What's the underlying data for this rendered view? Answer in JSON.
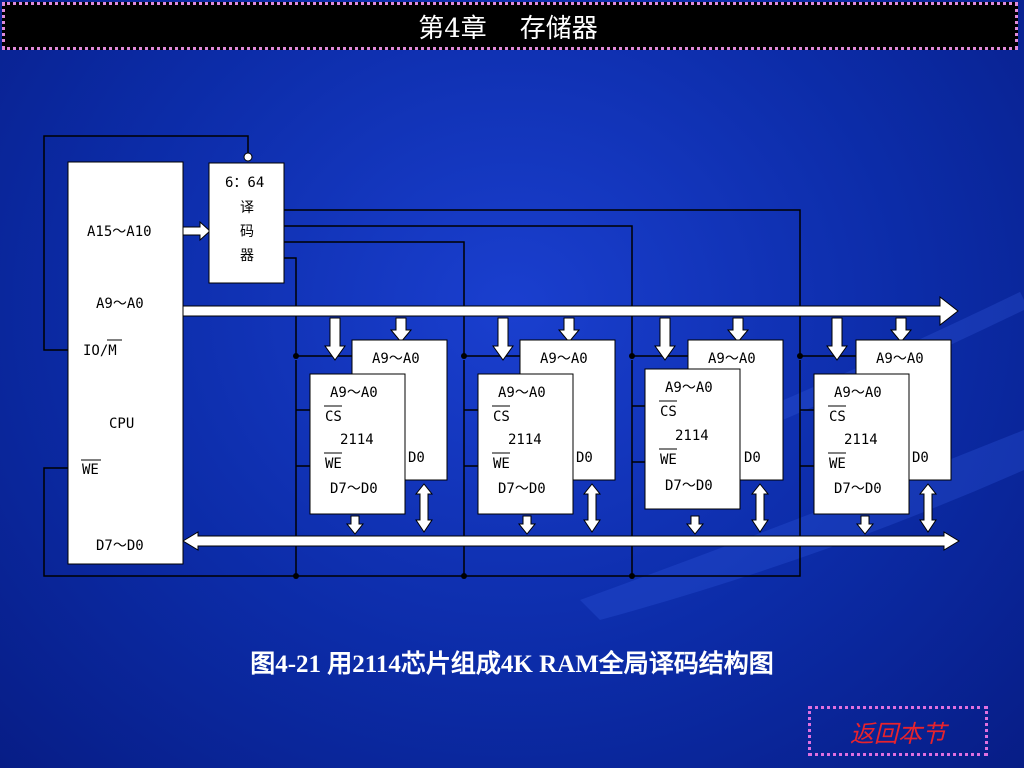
{
  "header": {
    "title": "第4章    存储器"
  },
  "diagram": {
    "cpu": {
      "addr_high": "A15～A10",
      "addr_low": "A9～A0",
      "io_m": "IO/M",
      "name": "CPU",
      "we": "WE",
      "data": "D7～D0"
    },
    "decoder": {
      "line1": "6：64",
      "line2": "译",
      "line3": "码",
      "line4": "器"
    },
    "chip_back_top": "A9～A0",
    "chip_back_bottom": "D0",
    "chip_front": {
      "addr": "A9～A0",
      "cs": "CS",
      "model": "2114",
      "we": "WE",
      "data": "D7～D0"
    }
  },
  "caption": "图4-21  用2114芯片组成4K RAM全局译码结构图",
  "nav": {
    "back_label": "返回本节"
  },
  "colors": {
    "background": "#0c2ca8",
    "title_bar": "#000000",
    "border_dots": "#e08ad8",
    "back_text": "#e8232d"
  }
}
